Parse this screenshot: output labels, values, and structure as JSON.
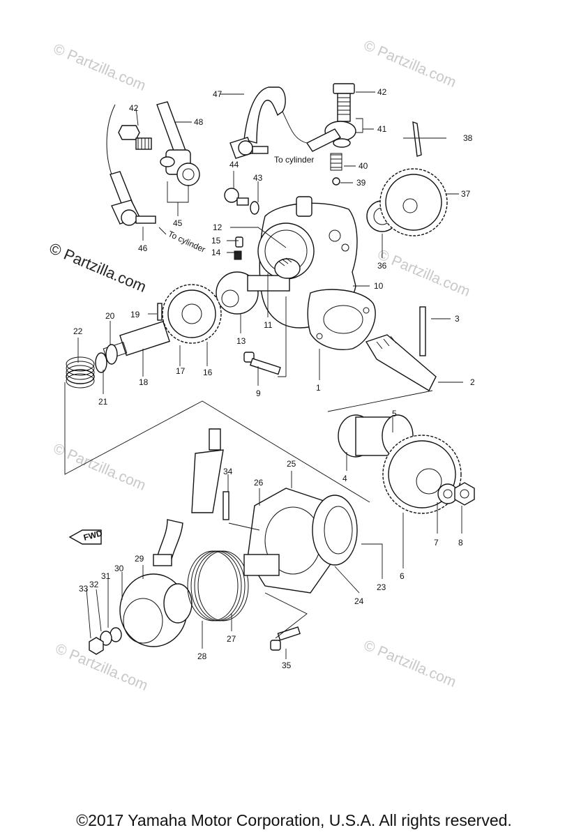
{
  "watermarks": {
    "text": "© Partzilla.com",
    "main_text": "© Partzilla.com"
  },
  "annotations": {
    "to_cylinder_top": "To cylinder",
    "to_cylinder_left": "To cylinder",
    "fwd_label": "FWD"
  },
  "callouts": [
    "1",
    "2",
    "3",
    "4",
    "5",
    "6",
    "7",
    "8",
    "9",
    "10",
    "11",
    "12",
    "13",
    "14",
    "15",
    "16",
    "17",
    "18",
    "19",
    "20",
    "21",
    "22",
    "23",
    "24",
    "25",
    "26",
    "27",
    "28",
    "29",
    "30",
    "31",
    "32",
    "33",
    "34",
    "35",
    "36",
    "37",
    "38",
    "39",
    "40",
    "41",
    "42",
    "43",
    "44",
    "45",
    "46",
    "47",
    "48"
  ],
  "copyright": "©2017 Yamaha Motor Corporation, U.S.A. All rights reserved."
}
